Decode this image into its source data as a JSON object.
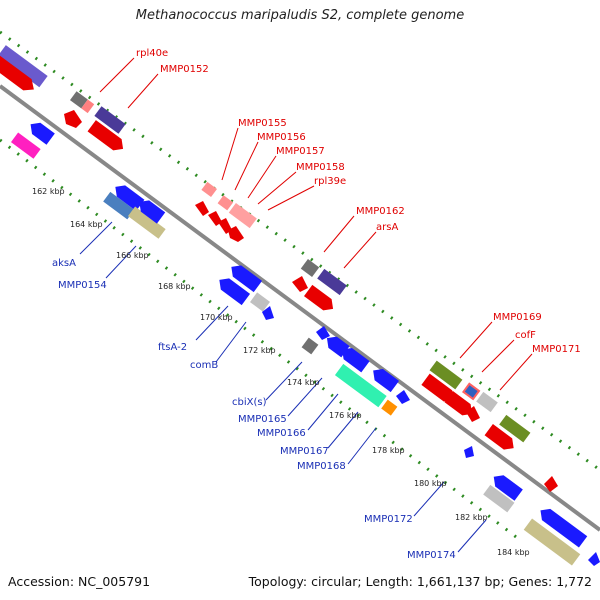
{
  "title": "Methanococcus maripaludis S2, complete genome",
  "footer": {
    "accession": "Accession: NC_005791",
    "summary": "Topology: circular; Length: 1,661,137 bp; Genes: 1,772"
  },
  "ticks": [
    "162 kbp",
    "164 kbp",
    "166 kbp",
    "168 kbp",
    "170 kbp",
    "172 kbp",
    "174 kbp",
    "176 kbp",
    "178 kbp",
    "180 kbp",
    "182 kbp",
    "184 kbp"
  ],
  "gene_labels_top": [
    "rpl40e",
    "MMP0152",
    "MMP0155",
    "MMP0156",
    "MMP0157",
    "MMP0158",
    "rpl39e",
    "MMP0162",
    "arsA",
    "MMP0169",
    "cofF",
    "MMP0171"
  ],
  "gene_labels_bottom": [
    "aksA",
    "MMP0154",
    "ftsA-2",
    "comB",
    "cbiX(s)",
    "MMP0165",
    "MMP0166",
    "MMP0167",
    "MMP0168",
    "MMP0172",
    "MMP0174"
  ],
  "colors": {
    "red": "#ff1a1a",
    "blue": "#1a1aff",
    "purple": "#5a4aa8",
    "green_dots": "#2e8b22",
    "olive": "#6b8e23",
    "khaki": "#c8c08a",
    "steelblue": "#4a7fbf",
    "aqua": "#30f0b0",
    "orange": "#ff9000",
    "grey": "#707070",
    "pink": "#ff8080",
    "magenta": "#ff20c0"
  }
}
